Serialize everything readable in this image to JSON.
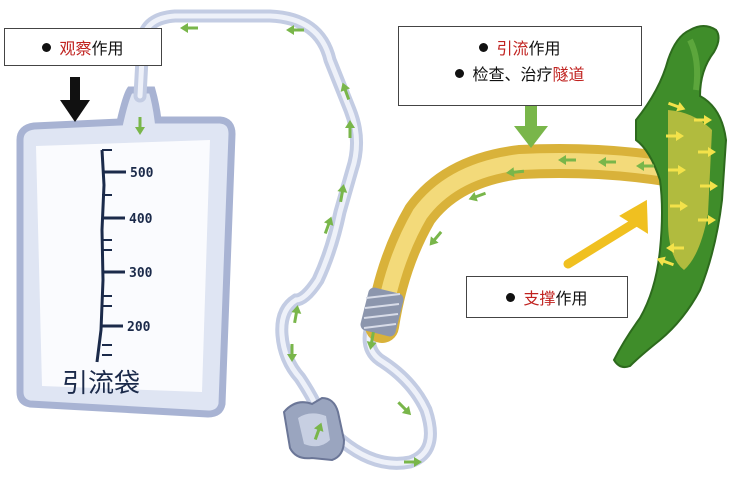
{
  "colors": {
    "tube": "#b9c3de",
    "tube_outline": "#9aa6c8",
    "drain": "#e6c34a",
    "drain_light": "#f3da7a",
    "arrow_green": "#79b64a",
    "duct_green": "#3f8d2a",
    "support_arrow": "#f0c020",
    "label_red": "#c0221f"
  },
  "labels": {
    "observe": {
      "bullet": "●",
      "red": "观察",
      "black": "作用"
    },
    "drainage": {
      "bullet": "●",
      "red": "引流",
      "black": "作用"
    },
    "exam": {
      "bullet": "●",
      "black": "检查、治疗",
      "red": "隧道"
    },
    "support": {
      "bullet": "●",
      "red": "支撑",
      "black": "作用"
    }
  },
  "bag": {
    "title": "引流袋",
    "scale_marks": [
      "500",
      "400",
      "300",
      "200"
    ]
  }
}
